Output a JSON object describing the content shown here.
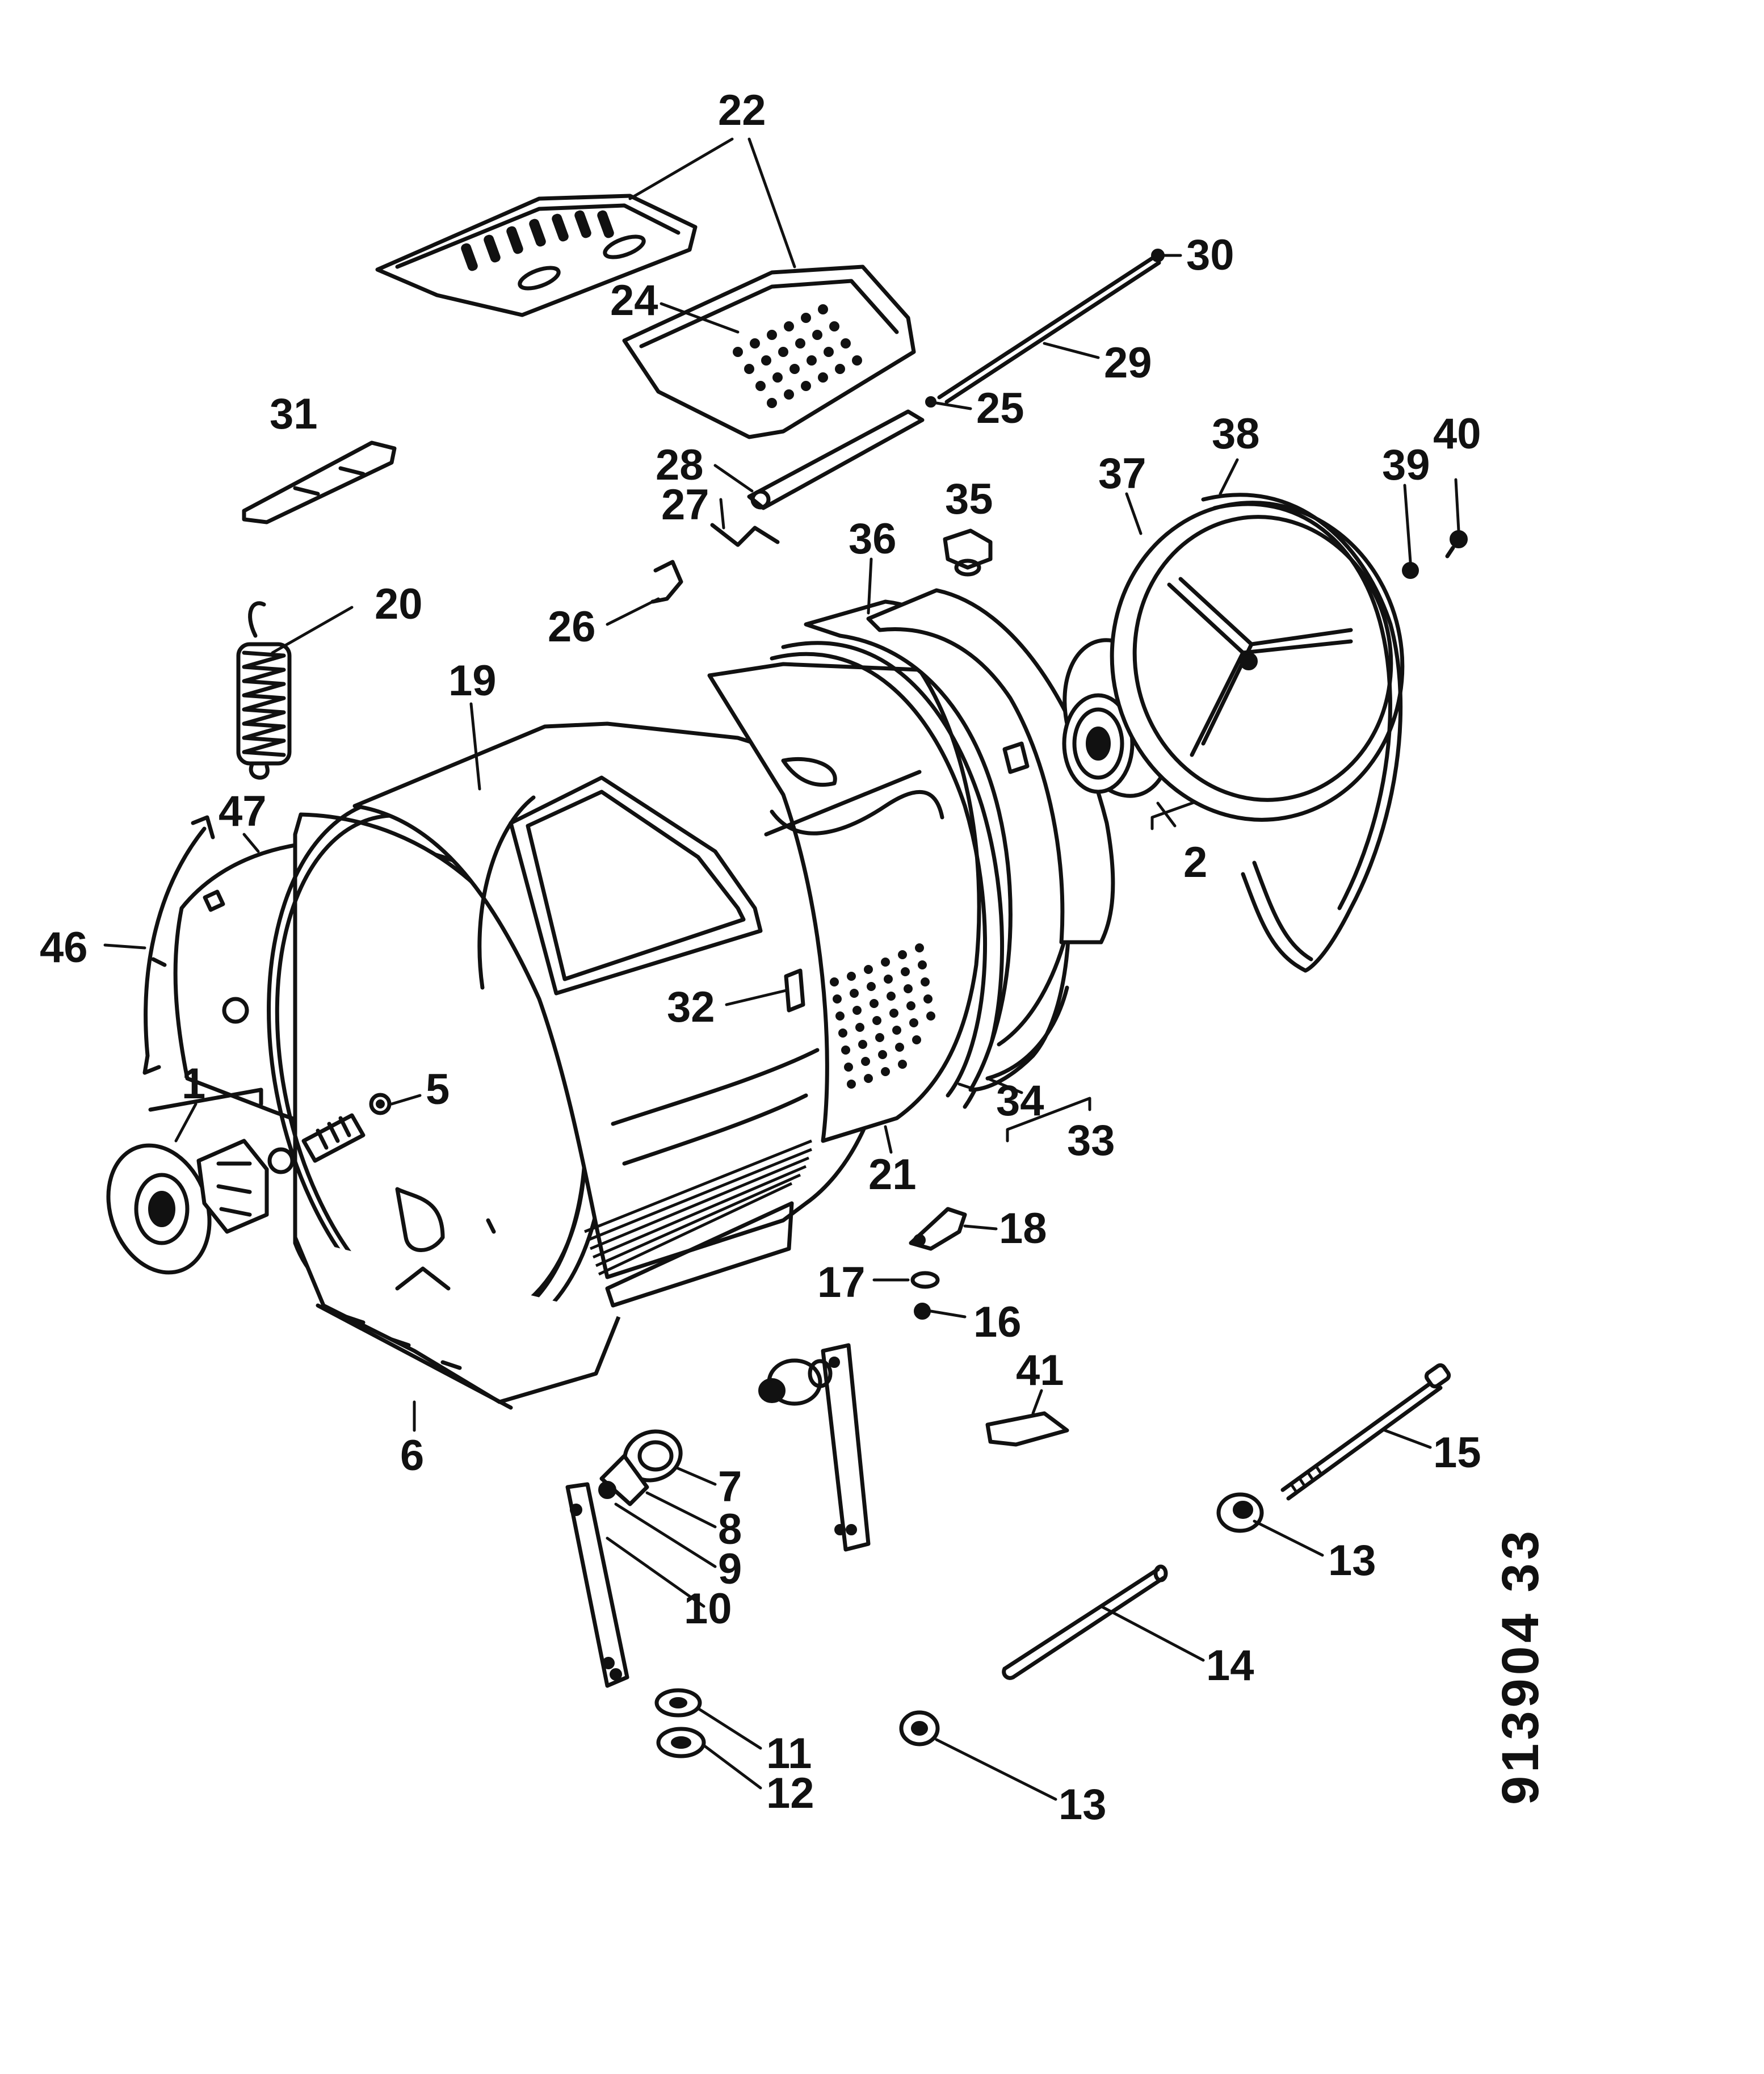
{
  "diagram": {
    "callouts": {
      "c1": "1",
      "c2": "2",
      "c5": "5",
      "c6": "6",
      "c7": "7",
      "c8": "8",
      "c9": "9",
      "c10": "10",
      "c11": "11",
      "c12": "12",
      "c13a": "13",
      "c13b": "13",
      "c14": "14",
      "c15": "15",
      "c16": "16",
      "c17": "17",
      "c18": "18",
      "c19": "19",
      "c20": "20",
      "c21": "21",
      "c22": "22",
      "c24": "24",
      "c25": "25",
      "c26": "26",
      "c27": "27",
      "c28": "28",
      "c29": "29",
      "c30": "30",
      "c31": "31",
      "c32": "32",
      "c33": "33",
      "c34": "34",
      "c35": "35",
      "c36": "36",
      "c37": "37",
      "c38": "38",
      "c39": "39",
      "c40": "40",
      "c41": "41",
      "c46": "46",
      "c47": "47"
    },
    "document_number": "913904 33"
  }
}
